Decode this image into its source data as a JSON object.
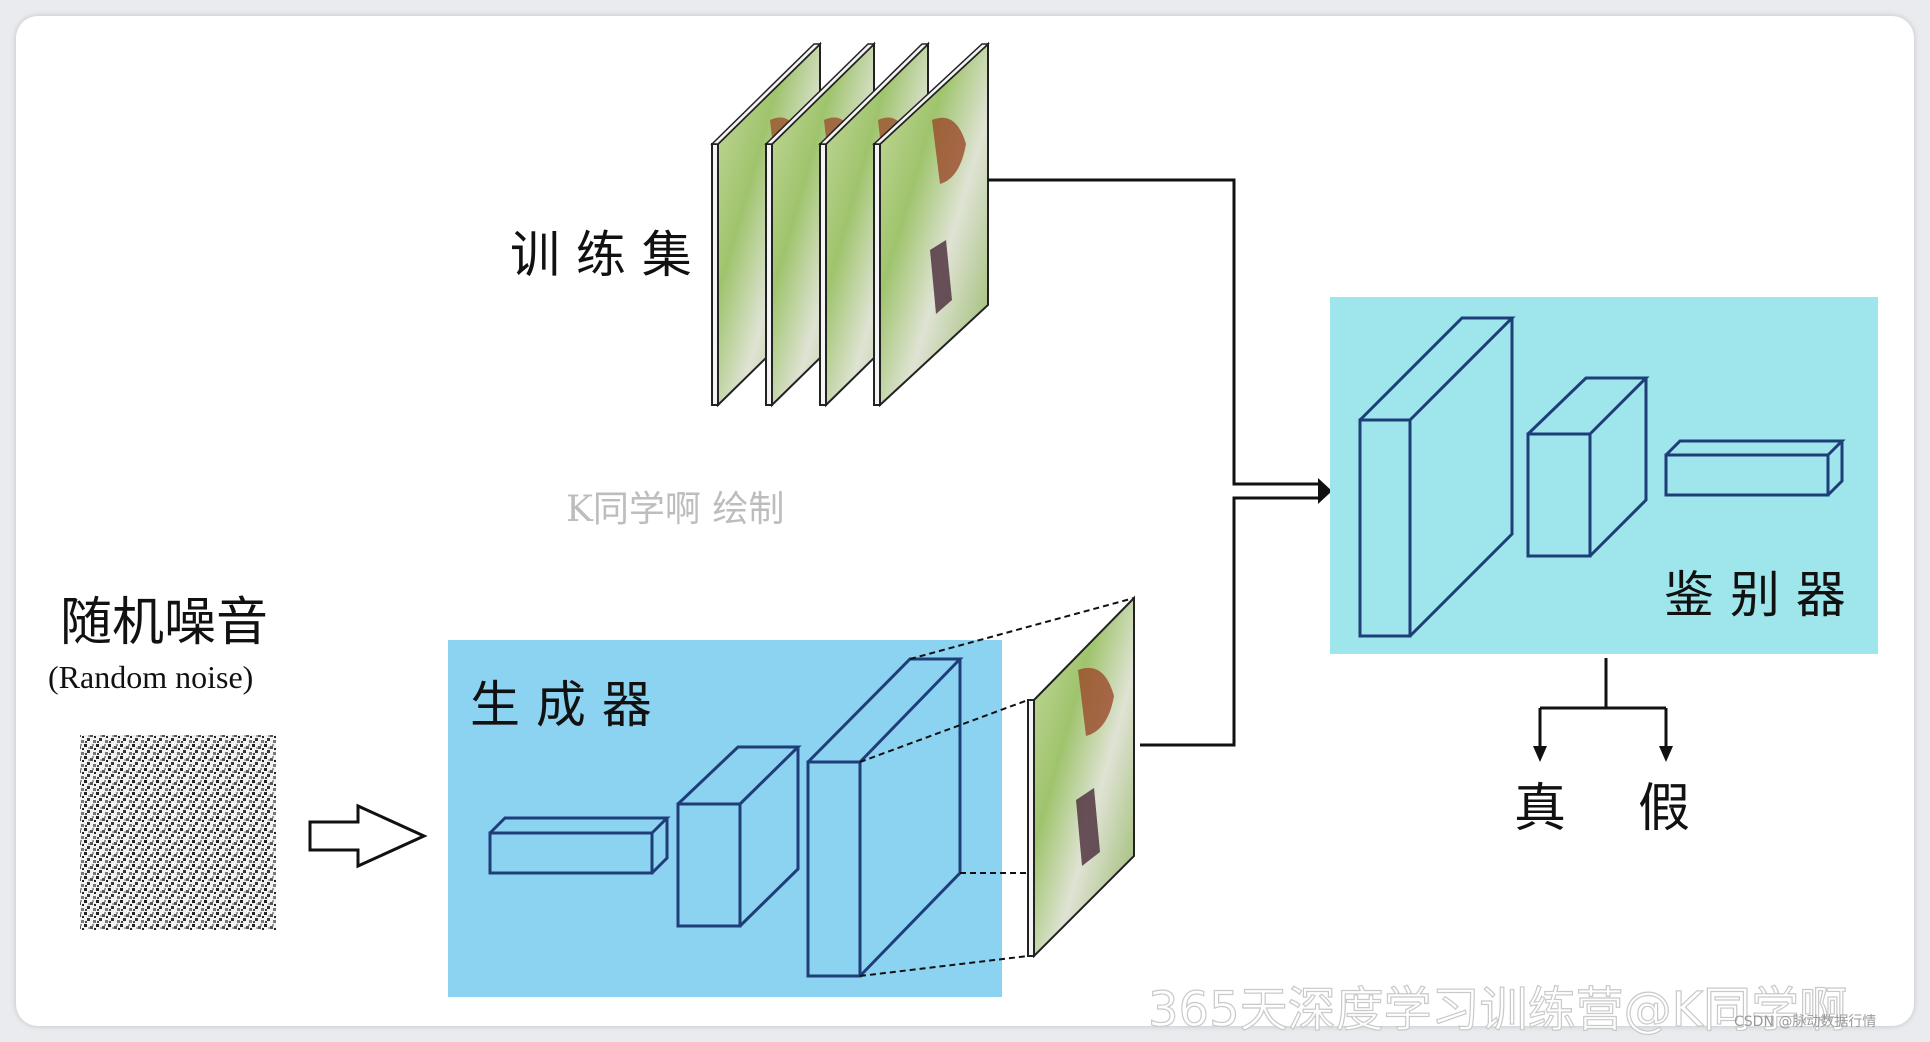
{
  "labels": {
    "training_set": "训 练 集",
    "random_noise": "随机噪音",
    "random_noise_en": "(Random noise)",
    "generator": "生 成 器",
    "discriminator": "鉴 别 器",
    "real": "真",
    "fake": "假",
    "credit": "K同学啊 绘制",
    "watermark": "365天深度学习训练营@K同学啊",
    "watermark_small": "CSDN @脉动数据行情"
  },
  "colors": {
    "generator_fill": "#8cd3f2",
    "discriminator_fill": "#9ee6ec",
    "block_stroke": "#1f3e78",
    "line": "#111111"
  }
}
